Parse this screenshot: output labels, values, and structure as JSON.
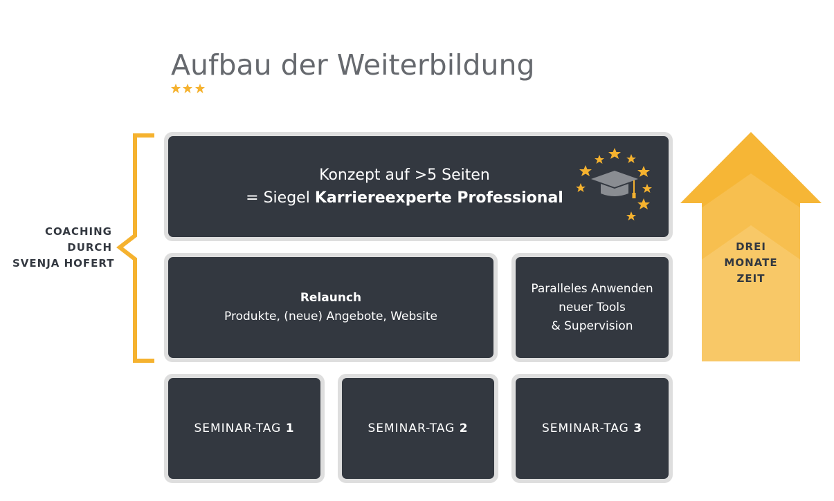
{
  "title": "Aufbau der Weiterbildung",
  "top_box": {
    "line1": "Konzept auf >5 Seiten",
    "line2_prefix": "= Siegel ",
    "line2_bold": "Karriereexperte Professional"
  },
  "relaunch_box": {
    "title": "Relaunch",
    "subtitle": "Produkte, (neue) Angebote, Website"
  },
  "parallel_box": {
    "lines": [
      "Paralleles Anwenden",
      "neuer Tools",
      "& Supervision"
    ]
  },
  "seminars": [
    {
      "label": "SEMINAR-TAG ",
      "number": "1"
    },
    {
      "label": "SEMINAR-TAG ",
      "number": "2"
    },
    {
      "label": "SEMINAR-TAG ",
      "number": "3"
    }
  ],
  "coaching": {
    "lines": [
      "COACHING",
      "DURCH",
      "SVENJA HOFERT"
    ]
  },
  "arrow": {
    "lines": [
      "DREI",
      "MONATE",
      "ZEIT"
    ]
  },
  "colors": {
    "accent": "#f5b22f",
    "box": "#333840",
    "box_border": "#dedede",
    "title": "#66696e"
  },
  "icons": {
    "title_stars": "star-icon",
    "top_badge": "graduation-cap-icon"
  }
}
